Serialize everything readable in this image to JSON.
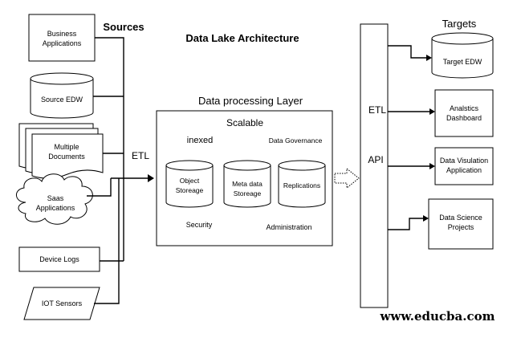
{
  "title": "Data Lake Architecture",
  "sources": {
    "heading": "Sources",
    "items": {
      "business_apps": [
        "Business",
        "Applications"
      ],
      "source_edw": "Source EDW",
      "multiple_docs": [
        "Multiple",
        "Documents"
      ],
      "saas_apps": [
        "Saas",
        "Applications"
      ],
      "device_logs": "Device Logs",
      "iot_sensors": "IOT Sensors"
    },
    "etl_label": "ETL"
  },
  "processing": {
    "heading": "Data processing Layer",
    "scalable": "Scalable",
    "inexed": "inexed",
    "governance": "Data Governance",
    "object_storage": [
      "Object",
      "Storeage"
    ],
    "meta_storage": [
      "Meta data",
      "Storeage"
    ],
    "replications": "Replications",
    "security": "Security",
    "administration": "Administration"
  },
  "gateway": {
    "etl": "ETL",
    "api": "API"
  },
  "targets": {
    "heading": "Targets",
    "target_edw": "Target EDW",
    "analytics": [
      "Analstics",
      "Dashboard"
    ],
    "visualisation": [
      "Data Visulation",
      "Application"
    ],
    "data_science": [
      "Data Science",
      "Projects"
    ]
  },
  "watermark": "www.educba.com"
}
